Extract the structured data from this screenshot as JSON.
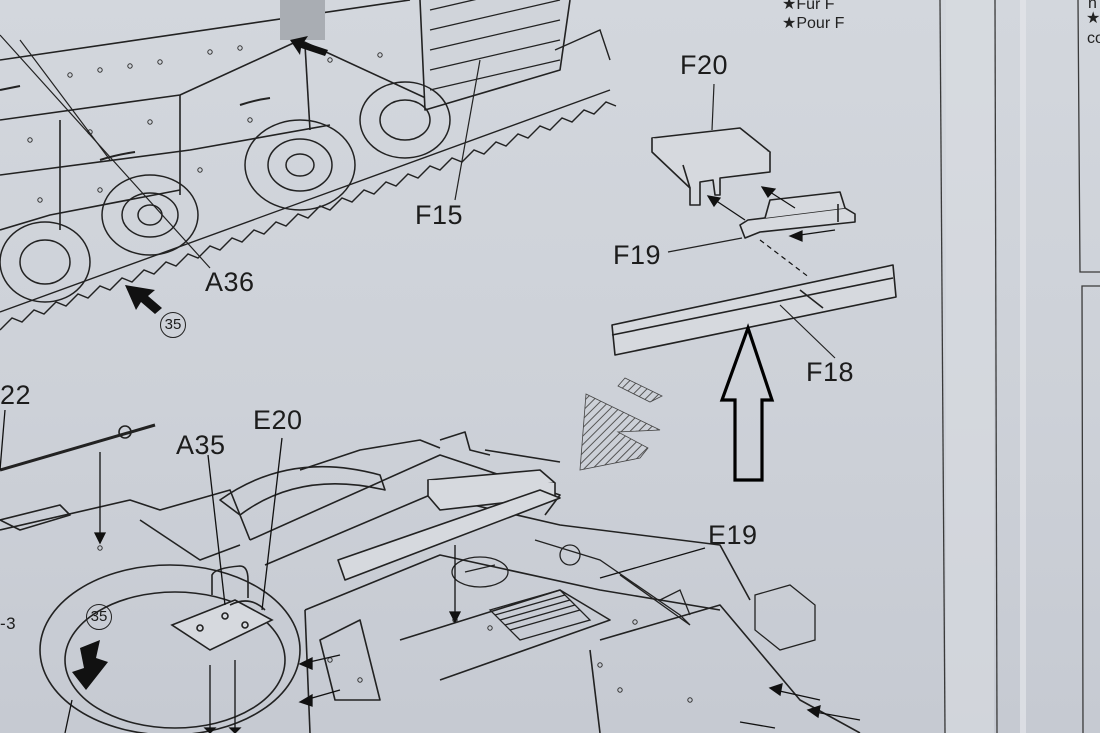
{
  "labels": {
    "f20": "F20",
    "f19": "F19",
    "f18": "F18",
    "f15": "F15",
    "a36": "A36",
    "a35": "A35",
    "e20": "E20",
    "e19": "E19",
    "num_22": "22",
    "num_3": "-3",
    "step_ref_top": "35",
    "step_ref_bottom": "35"
  },
  "notes": {
    "fur": "★Fur F",
    "pour": "★Pour F",
    "right_star": "★",
    "right_co": "co",
    "right_n": "n"
  }
}
